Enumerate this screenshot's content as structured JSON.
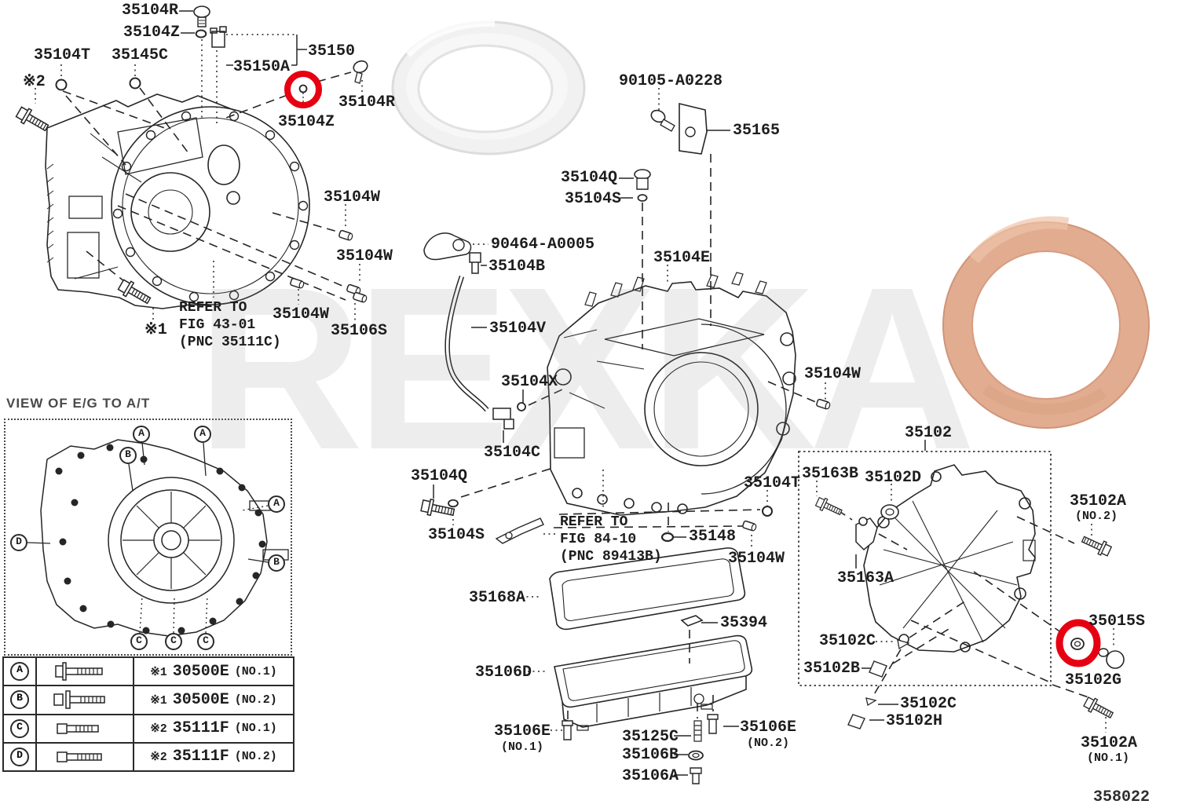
{
  "diagram": {
    "code": "358022",
    "watermark": "REXKA",
    "view_label": "VIEW OF E/G TO A/T",
    "colors": {
      "highlight_red": "#e60012",
      "copper": "#e2ac90",
      "seal_white": "#f1f1f2",
      "line": "#262626"
    }
  },
  "labels": {
    "p35104R_a": "35104R",
    "p35104Z_a": "35104Z",
    "p35104T_a": "35104T",
    "p35145C": "35145C",
    "p35150": "35150",
    "p35150A": "35150A",
    "ast2": "※2",
    "ast1": "※1",
    "p35104Z_b": "35104Z",
    "p35104R_b": "35104R",
    "p35104W_a": "35104W",
    "p35104W_b": "35104W",
    "p35104W_c": "35104W",
    "p35106S": "35106S",
    "p90464": "90464-A0005",
    "p35104B": "35104B",
    "p35104V": "35104V",
    "p90105": "90105-A0228",
    "p35165": "35165",
    "p35104Q_a": "35104Q",
    "p35104S_a": "35104S",
    "p35104E": "35104E",
    "p35104X": "35104X",
    "p35104C": "35104C",
    "p35104W_d": "35104W",
    "p35104Q_b": "35104Q",
    "p35104S_b": "35104S",
    "p35148": "35148",
    "p35104T_b": "35104T",
    "p35104W_e": "35104W",
    "p35168A": "35168A",
    "p35394": "35394",
    "p35106D": "35106D",
    "p35106E_1": "35106E",
    "no1_a": "(NO.1)",
    "p35125C": "35125C",
    "p35106E_2": "35106E",
    "no2_a": "(NO.2)",
    "p35106B": "35106B",
    "p35106A": "35106A",
    "p35102": "35102",
    "p35163B": "35163B",
    "p35102D": "35102D",
    "p35163A": "35163A",
    "p35102A_2": "35102A",
    "no2_b": "(NO.2)",
    "p35102C_1": "35102C",
    "p35102B": "35102B",
    "p35102C_2": "35102C",
    "p35102H": "35102H",
    "p35015S": "35015S",
    "p35102G": "35102G",
    "p35102A_1": "35102A",
    "no1_b": "(NO.1)"
  },
  "notes": {
    "refer1": [
      "REFER TO",
      "FIG 43-01",
      "(PNC 35111C)"
    ],
    "refer2": [
      "REFER TO",
      "FIG 84-10",
      "(PNC 89413B)"
    ]
  },
  "view_callouts": [
    "A",
    "A",
    "B",
    "A",
    "D",
    "B",
    "C",
    "C",
    "C"
  ],
  "table": {
    "rows": [
      {
        "key": "A",
        "note": "※1",
        "part": "30500E",
        "suffix": "(NO.1)"
      },
      {
        "key": "B",
        "note": "※1",
        "part": "30500E",
        "suffix": "(NO.2)"
      },
      {
        "key": "C",
        "note": "※2",
        "part": "35111F",
        "suffix": "(NO.1)"
      },
      {
        "key": "D",
        "note": "※2",
        "part": "35111F",
        "suffix": "(NO.2)"
      }
    ]
  }
}
